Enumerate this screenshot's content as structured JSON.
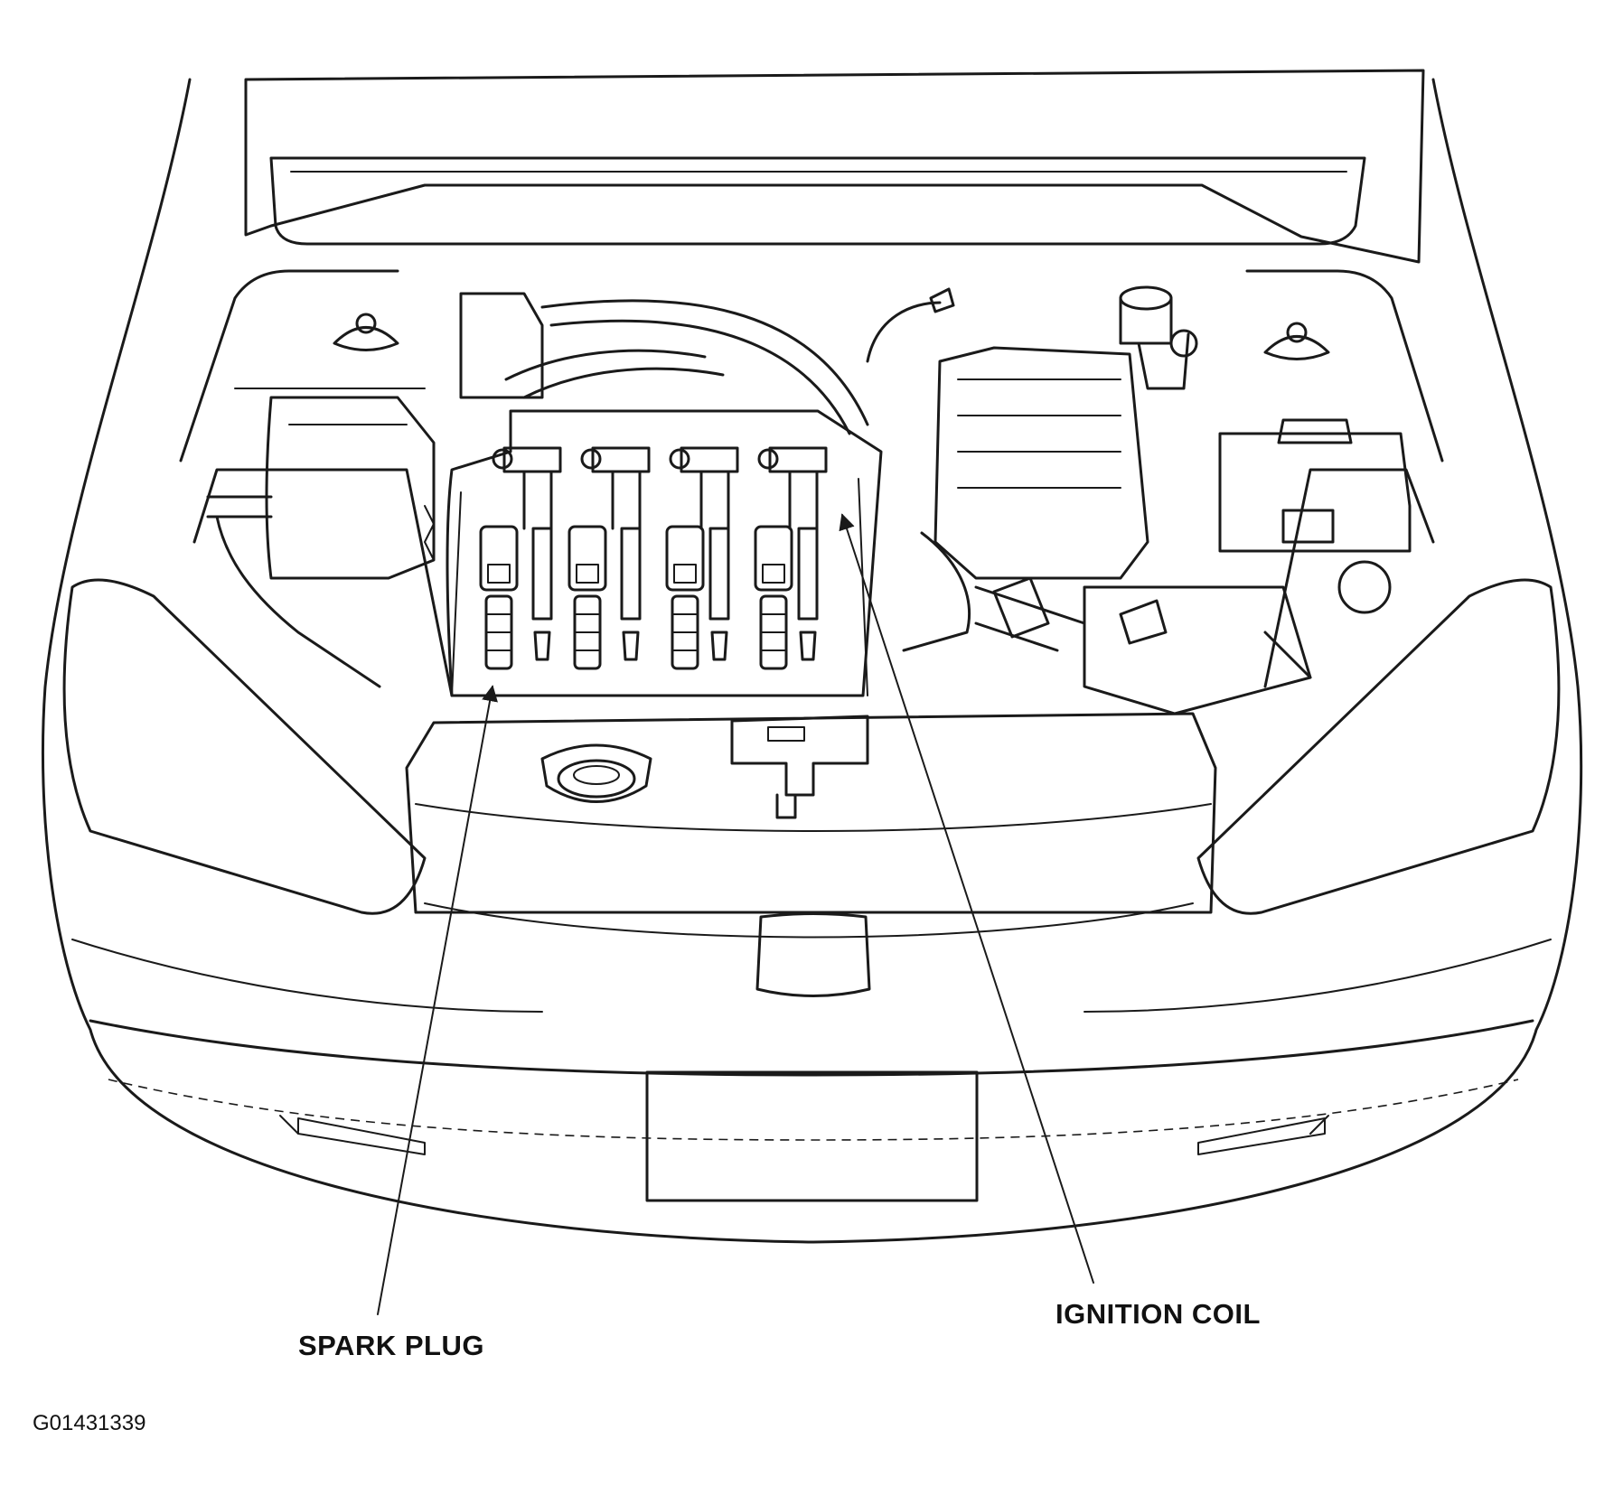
{
  "callouts": {
    "spark_plug": "SPARK PLUG",
    "ignition_coil": "IGNITION COIL"
  },
  "figure_code": "G01431339",
  "colors": {
    "line": "#1a1a1a",
    "background": "#ffffff"
  }
}
